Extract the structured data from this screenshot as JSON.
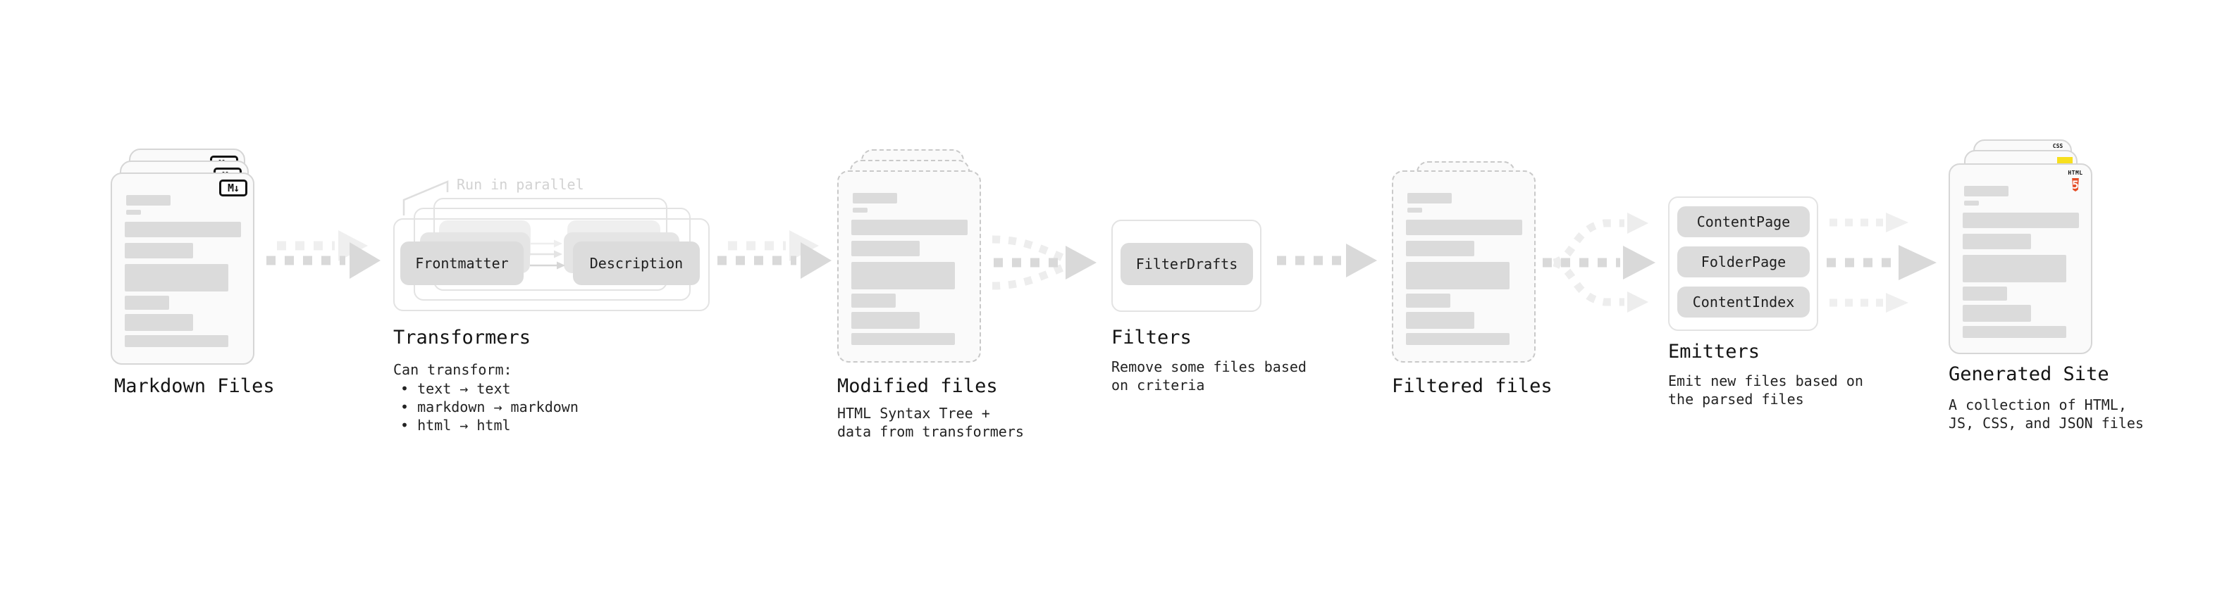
{
  "diagram": {
    "markdown_files": {
      "title": "Markdown Files",
      "file_badge": "M↓"
    },
    "transformers": {
      "note": "Run in parallel",
      "chip_left": "Frontmatter",
      "chip_right": "Description",
      "title": "Transformers",
      "desc_heading": "Can transform:",
      "bullets": [
        "• text → text",
        "• markdown → markdown",
        "• html → html"
      ]
    },
    "modified_files": {
      "title": "Modified files",
      "desc": "HTML Syntax Tree +\ndata from transformers"
    },
    "filters": {
      "chip": "FilterDrafts",
      "title": "Filters",
      "desc": "Remove some files based\non criteria"
    },
    "filtered_files": {
      "title": "Filtered files"
    },
    "emitters": {
      "chips": [
        "ContentPage",
        "FolderPage",
        "ContentIndex"
      ],
      "title": "Emitters",
      "desc": "Emit new files based on\nthe parsed files"
    },
    "generated_site": {
      "title": "Generated Site",
      "desc": "A collection of HTML,\nJS, CSS, and JSON files",
      "html5_badge_label": "HTML",
      "html5_badge_number": "5",
      "css_badge_label": "CSS"
    }
  },
  "colors": {
    "card_bg": "#fafafa",
    "card_border": "#d6d6d6",
    "dashed_border": "#c9c9c9",
    "placeholder_bar": "#dbdbdb",
    "chip_bg": "#dcdcdc",
    "arrow_dark": "#d9d9d9",
    "arrow_light": "#efefef",
    "note_text": "#d2d2d2",
    "text": "#1a1a1a",
    "html5_orange": "#e44d26",
    "js_yellow": "#f7df1e",
    "css_blue": "#1b6ac9"
  }
}
